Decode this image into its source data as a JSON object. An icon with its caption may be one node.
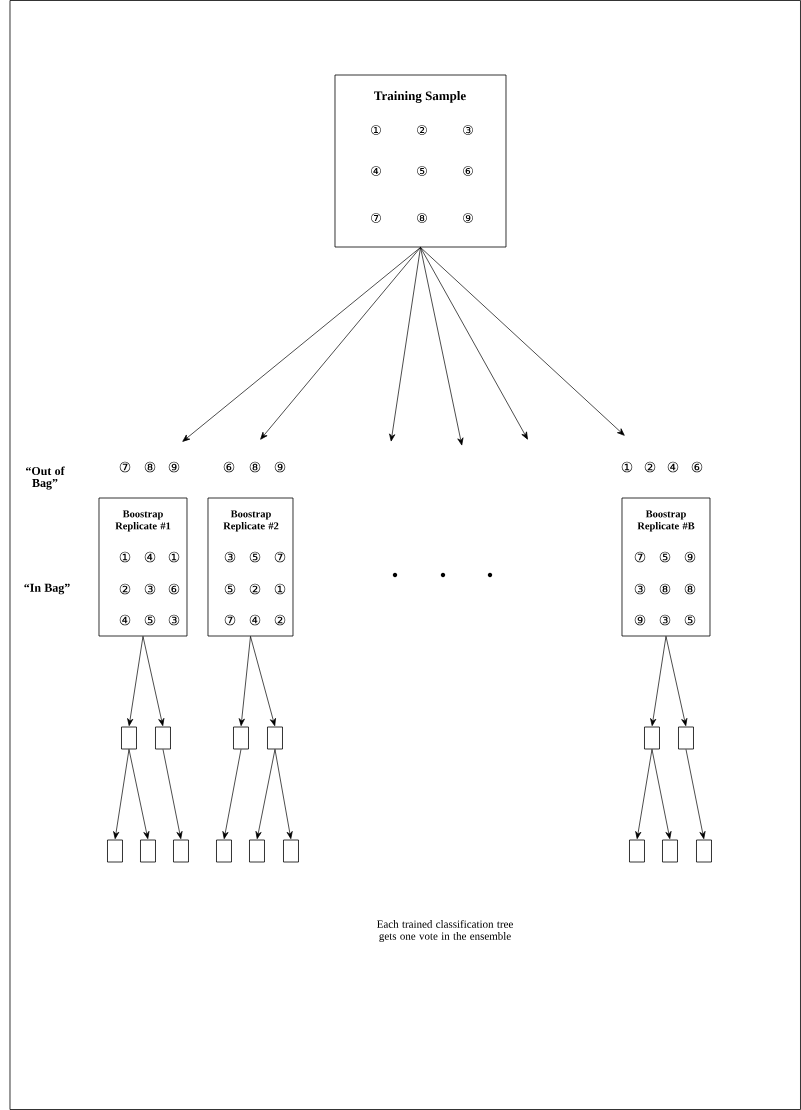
{
  "diagram": {
    "nodes": [
      {
        "text": [
          "Training Sample",
          "①",
          "②",
          "③",
          "④",
          "⑤",
          "⑥",
          "⑦",
          "⑧",
          "⑨"
        ]
      },
      {
        "text": [
          "Boostrap Replicate #1",
          "①",
          "④",
          "①",
          "②",
          "③",
          "⑥",
          "④",
          "⑤",
          "③"
        ],
        "beside": [
          "⑦",
          "⑧",
          "⑨"
        ]
      },
      {
        "text": [
          "Boostrap Replicate #2",
          "③",
          "⑤",
          "⑦",
          "⑤",
          "②",
          "①",
          "⑦",
          "④",
          "②"
        ],
        "beside": [
          "⑥",
          "⑧",
          "⑨"
        ]
      },
      {
        "text": [
          "Boostrap Replicate #B",
          "⑦",
          "⑤",
          "⑨",
          "③",
          "⑧",
          "⑧",
          "⑨",
          "③",
          "⑤"
        ],
        "beside": [
          "①",
          "②",
          "④",
          "⑥"
        ]
      },
      {
        "text": [],
        "shape": "box"
      },
      {
        "text": [],
        "shape": "box"
      },
      {
        "text": [],
        "shape": "box"
      },
      {
        "text": [],
        "shape": "box"
      },
      {
        "text": [],
        "shape": "box"
      },
      {
        "text": [],
        "shape": "box"
      },
      {
        "text": [],
        "shape": "box"
      },
      {
        "text": [],
        "shape": "box"
      },
      {
        "text": [],
        "shape": "box"
      },
      {
        "text": [],
        "shape": "box"
      },
      {
        "text": [],
        "shape": "box"
      },
      {
        "text": [],
        "shape": "box"
      },
      {
        "text": [],
        "shape": "box"
      },
      {
        "text": [],
        "shape": "box"
      },
      {
        "text": [],
        "shape": "box"
      }
    ],
    "edges": [
      {
        "from": 0,
        "to": null,
        "arrow": "to"
      },
      {
        "from": 0,
        "to": null,
        "arrow": "to"
      },
      {
        "from": 0,
        "to": null,
        "arrow": "to"
      },
      {
        "from": 0,
        "to": null,
        "arrow": "to"
      },
      {
        "from": 0,
        "to": null,
        "arrow": "to"
      },
      {
        "from": 0,
        "to": null,
        "arrow": "to"
      },
      {
        "from": 1,
        "to": 4,
        "arrow": "to"
      },
      {
        "from": 1,
        "to": 5,
        "arrow": "to"
      },
      {
        "from": 2,
        "to": 6,
        "arrow": "to"
      },
      {
        "from": 2,
        "to": 7,
        "arrow": "to"
      },
      {
        "from": 3,
        "to": 8,
        "arrow": "to"
      },
      {
        "from": 3,
        "to": 9,
        "arrow": "to"
      },
      {
        "from": 4,
        "to": 10,
        "arrow": "to"
      },
      {
        "from": 4,
        "to": 11,
        "arrow": "to"
      },
      {
        "from": 5,
        "to": 12,
        "arrow": "to"
      },
      {
        "from": 6,
        "to": 13,
        "arrow": "to"
      },
      {
        "from": 7,
        "to": 14,
        "arrow": "to"
      },
      {
        "from": 7,
        "to": 15,
        "arrow": "to"
      },
      {
        "from": 8,
        "to": 16,
        "arrow": "to"
      },
      {
        "from": 8,
        "to": 17,
        "arrow": "to"
      },
      {
        "from": 9,
        "to": 18,
        "arrow": "to"
      }
    ],
    "labels": [
      "“Out of Bag”",
      "“In Bag”",
      "Each trained classification tree gets one vote in the ensemble"
    ]
  }
}
